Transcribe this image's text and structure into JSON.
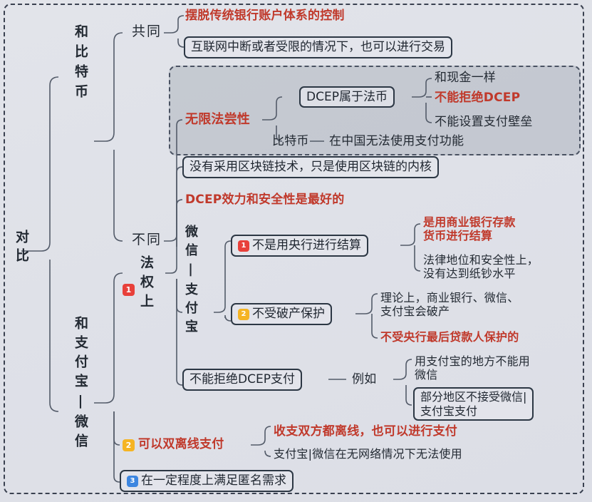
{
  "colors": {
    "red_text": "#c0392b",
    "dark_text": "#232a33",
    "box_border": "#2c3744",
    "badge_red": "#e8403a",
    "badge_orange": "#f5b423",
    "badge_blue": "#3d86e0",
    "canvas_bg": "#dfe1e8",
    "group_fill": "#a0a6b0",
    "wire": "#535b69"
  },
  "root": {
    "label": "对比"
  },
  "branches": {
    "bitcoin": {
      "label": "和比特币"
    },
    "alipay_wechat": {
      "label": "和支付宝|微信"
    }
  },
  "bitcoin_sub": {
    "common": {
      "label": "共同"
    },
    "different": {
      "label": "不同"
    }
  },
  "common_items": [
    {
      "text": "摆脱传统银行账户体系的控制",
      "style": "red"
    },
    {
      "text": "互联网中断或者受限的情况下，也可以进行交易",
      "style": "box"
    }
  ],
  "different_items": {
    "unlimited_legal": {
      "label": "无限法尝性",
      "style": "red"
    },
    "dcep_fiat": {
      "label": "DCEP属于法币",
      "style": "box"
    },
    "dcep_fiat_children": [
      {
        "text": "和现金一样",
        "style": "plain"
      },
      {
        "text": "不能拒绝DCEP",
        "style": "red"
      },
      {
        "text": "不能设置支付壁垒",
        "style": "plain"
      }
    ],
    "bitcoin_node": {
      "label": "比特币",
      "style": "plain"
    },
    "bitcoin_child": {
      "text": "在中国无法使用支付功能",
      "style": "plain"
    },
    "blockchain": {
      "text": "没有采用区块链技术，只是使用区块链的内核",
      "style": "box"
    }
  },
  "alipay_sub": {
    "legal_rights": {
      "label": "法权上",
      "badge": "1",
      "badge_color": "red"
    },
    "dual_offline": {
      "label": "可以双离线支付",
      "badge": "2",
      "badge_color": "orange",
      "style": "red"
    },
    "anonymous": {
      "label": "在一定程度上满足匿名需求",
      "badge": "3",
      "badge_color": "blue",
      "style": "box"
    }
  },
  "legal_rights_items": {
    "dcep_best": {
      "text": "DCEP效力和安全性是最好的",
      "style": "red"
    },
    "wechat_alipay": {
      "label": "微信|支付宝"
    },
    "item1": {
      "label": "不是用央行进行结算",
      "badge": "1",
      "badge_color": "red",
      "style": "box",
      "children": [
        {
          "text": "是用商业银行存款\n货币进行结算",
          "style": "red"
        },
        {
          "text": "法律地位和安全性上，\n没有达到纸钞水平",
          "style": "plain"
        }
      ]
    },
    "item2": {
      "label": "不受破产保护",
      "badge": "2",
      "badge_color": "orange",
      "style": "box",
      "children": [
        {
          "text": "理论上，商业银行、微信、\n支付宝会破产",
          "style": "plain"
        },
        {
          "text": "不受央行最后贷款人保护的",
          "style": "red"
        }
      ]
    },
    "no_refuse": {
      "label": "不能拒绝DCEP支付",
      "style": "box",
      "connector": "例如",
      "children": [
        {
          "text": "用支付宝的地方不能用\n微信",
          "style": "plain"
        },
        {
          "text": "部分地区不接受微信|\n支付宝支付",
          "style": "box"
        }
      ]
    }
  },
  "dual_offline_children": [
    {
      "text": "收支双方都离线，也可以进行支付",
      "style": "red"
    },
    {
      "text": "支付宝|微信在无网络情况下无法使用",
      "style": "plain"
    }
  ]
}
